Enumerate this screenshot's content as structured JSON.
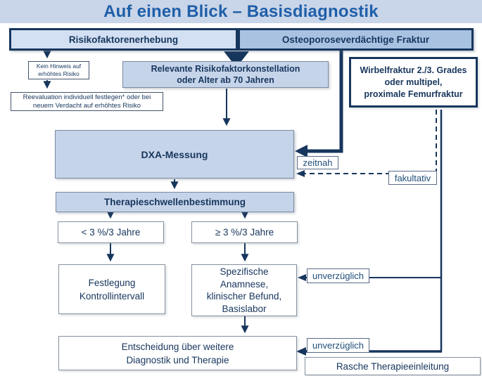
{
  "title": "Auf einen Blick – Basisdiagnostik",
  "colors": {
    "navy": "#17365d",
    "title-blue": "#1f5fa9",
    "strip-bg": "#c9d5e8",
    "light-box-bg": "#d3dff2",
    "mid-box-bg": "#a9c2e2",
    "panel-bg": "#c6d4ea"
  },
  "header": {
    "left_label": "Risikofaktorenerhebung",
    "right_label": "Osteoporoseverdächtige Fraktur"
  },
  "nodes": {
    "kein_hinweis": "Kein Hinweis auf\nerhöhtes Risiko",
    "reevaluation": "Reevaluation individuell festlegen* oder bei\nneuem Verdacht auf erhöhtes Risiko",
    "relevante": "Relevante Risikofaktorkonstellation\noder Alter ab 70 Jahren",
    "wirbelfraktur": "Wirbelfraktur 2./3. Grades\noder multipel,\nproximale Femurfraktur",
    "dxa": "DXA-Messung",
    "therapieschwelle": "Therapieschwellenbestimmung",
    "lt3": "< 3 %/3 Jahre",
    "ge3": "≥ 3 %/3 Jahre",
    "festlegung": "Festlegung\nKontrollintervall",
    "spezifische": "Spezifische\nAnamnese,\nklinischer Befund,\nBasislabor",
    "entscheidung": "Entscheidung über weitere\nDiagnostik und Therapie",
    "rasche": "Rasche Therapieeinleitung"
  },
  "edge_labels": {
    "zeitnah": "zeitnah",
    "fakultativ": "fakultativ",
    "unverzueglich_top": "unverzüglich",
    "unverzueglich_bottom": "unverzüglich"
  }
}
